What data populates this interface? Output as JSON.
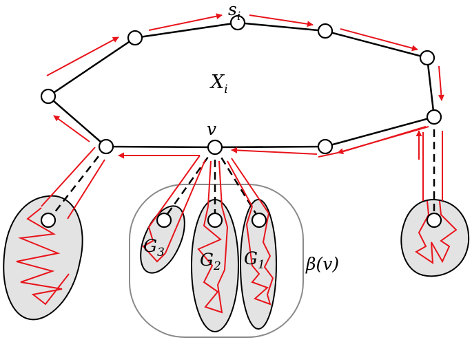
{
  "labels": {
    "s_i": {
      "base": "s",
      "sub": "i"
    },
    "X_i": {
      "base": "X",
      "sub": "i"
    },
    "v": {
      "base": "v"
    },
    "G3": {
      "base": "G",
      "sub": "3"
    },
    "G2": {
      "base": "G",
      "sub": "2"
    },
    "G1": {
      "base": "G",
      "sub": "1"
    },
    "beta_v": {
      "text": "β(v)"
    }
  },
  "colors": {
    "edge": "#000000",
    "walk": "#e8141b",
    "blob_fill": "#e3e3e3",
    "region": "#8a8a8a"
  }
}
